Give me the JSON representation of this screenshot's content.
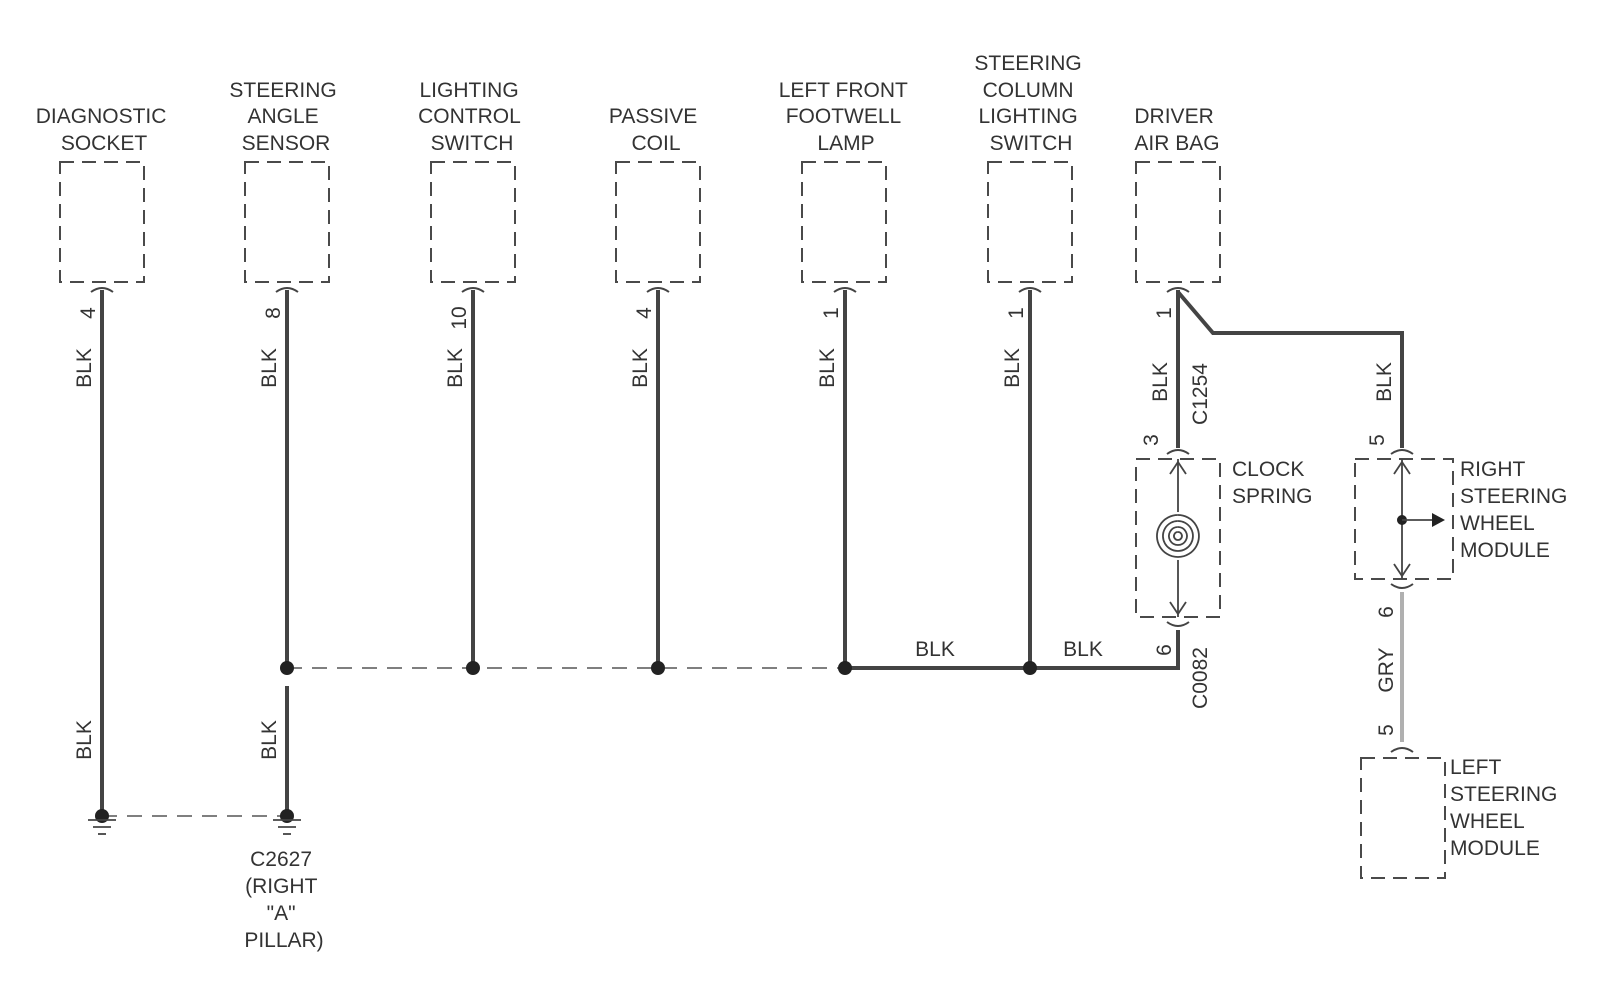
{
  "components": {
    "diagnostic_socket": [
      "DIAGNOSTIC",
      "SOCKET"
    ],
    "steering_angle_sensor": [
      "STEERING",
      "ANGLE",
      "SENSOR"
    ],
    "lighting_control_switch": [
      "LIGHTING",
      "CONTROL",
      "SWITCH"
    ],
    "passive_coil": [
      "PASSIVE",
      "COIL"
    ],
    "left_front_footwell_lamp": [
      "LEFT FRONT",
      "FOOTWELL",
      "LAMP"
    ],
    "steering_column_lighting_switch": [
      "STEERING",
      "COLUMN",
      "LIGHTING",
      "SWITCH"
    ],
    "driver_air_bag": [
      "DRIVER",
      "AIR BAG"
    ],
    "clock_spring": [
      "CLOCK",
      "SPRING"
    ],
    "right_steering_wheel_module": [
      "RIGHT",
      "STEERING",
      "WHEEL",
      "MODULE"
    ],
    "left_steering_wheel_module": [
      "LEFT",
      "STEERING",
      "WHEEL",
      "MODULE"
    ]
  },
  "pins": {
    "diagnostic_socket": "4",
    "steering_angle_sensor": "8",
    "lighting_control_switch": "10",
    "passive_coil": "4",
    "left_front_footwell_lamp": "1",
    "steering_column_lighting_switch": "1",
    "driver_air_bag": "1",
    "clock_spring_top": "3",
    "clock_spring_bottom": "6",
    "right_module_top": "5",
    "right_module_bottom": "6",
    "left_module_top": "5"
  },
  "wire_colors": {
    "blk": "BLK",
    "gry": "GRY"
  },
  "connectors": {
    "c1254": "C1254",
    "c0082": "C0082"
  },
  "ground": [
    "C2627",
    "(RIGHT",
    "\"A\"",
    "PILLAR)"
  ],
  "colors": {
    "wire": "#444444",
    "gry_wire": "#b0b0b0",
    "text": "#333333"
  }
}
